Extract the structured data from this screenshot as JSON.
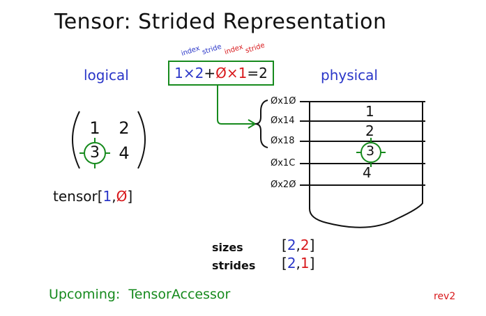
{
  "title": "Tensor: Strided Representation",
  "logical_label": "logical",
  "physical_label": "physical",
  "formula": {
    "part1": "1×2",
    "plus": "+",
    "part2": "Ø×1",
    "equals": "=2",
    "annotations": [
      "index",
      "stride",
      "index",
      "stride"
    ]
  },
  "matrix": {
    "cells": [
      "1",
      "2",
      "3",
      "4"
    ],
    "highlighted": "3"
  },
  "tensor_call": {
    "name": "tensor",
    "open": "[",
    "i0": "1",
    "comma": ",",
    "i1": "Ø",
    "close": "]"
  },
  "memory": {
    "addresses": [
      "Øx1Ø",
      "Øx14",
      "Øx18",
      "Øx1C",
      "Øx2Ø"
    ],
    "values": [
      "1",
      "2",
      "3",
      "4"
    ],
    "highlighted": "3"
  },
  "sizes": {
    "label": "sizes",
    "open": "[",
    "a": "2",
    "comma": ",",
    "b": "2",
    "close": "]"
  },
  "strides": {
    "label": "strides",
    "open": "[",
    "a": "2",
    "comma": ",",
    "b": "1",
    "close": "]"
  },
  "upcoming": "Upcoming:  TensorAccessor",
  "rev": "rev2",
  "colors": {
    "blue": "#2a36c8",
    "red": "#d8181b",
    "green": "#168a1d",
    "ink": "#111111"
  }
}
